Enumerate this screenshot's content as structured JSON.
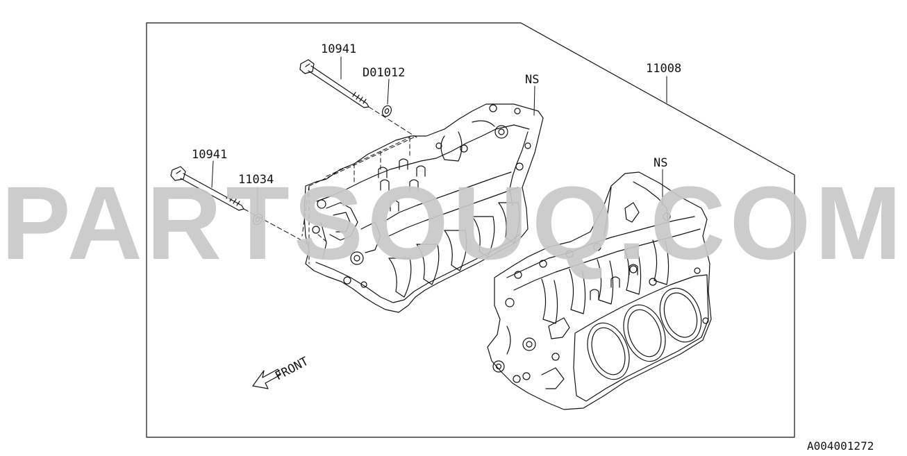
{
  "diagram": {
    "labels": {
      "bolt_upper": "10941",
      "washer_upper": "D01012",
      "bolt_lower": "10941",
      "washer_lower": "11034",
      "assembly": "11008",
      "ns_upper": "NS",
      "ns_lower": "NS",
      "front": "FRONT"
    },
    "watermark": "PARTSOUQ.COM",
    "drawing_code": "A004001272"
  },
  "colors": {
    "line": "#111111",
    "watermark": "#c8c8c8",
    "background": "#ffffff"
  }
}
